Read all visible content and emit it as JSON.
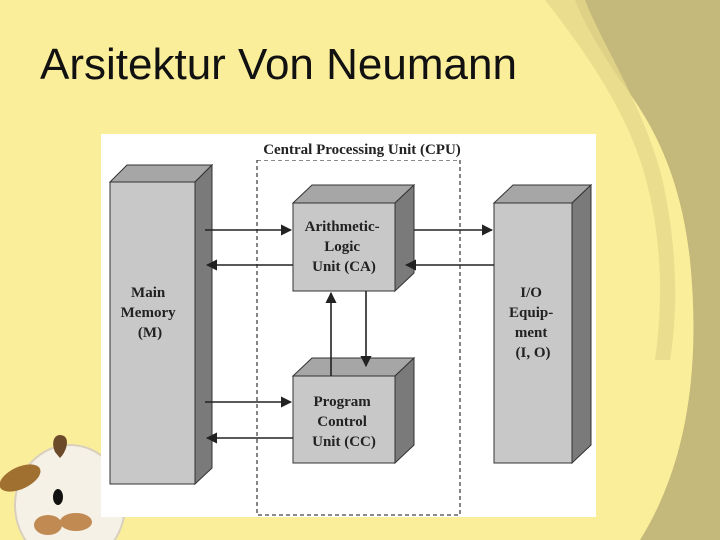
{
  "slide": {
    "title": "Arsitektur Von Neumann"
  },
  "diagram": {
    "cpu_label": "Central Processing Unit (CPU)",
    "main_memory": [
      "Main",
      "Memory",
      "(M)"
    ],
    "alu": [
      "Arithmetic-",
      "Logic",
      "Unit (CA)"
    ],
    "program_control": [
      "Program",
      "Control",
      "Unit (CC)"
    ],
    "io_equipment": [
      "I/O",
      "Equip-",
      "ment",
      "(I, O)"
    ]
  },
  "colors": {
    "background": "#fbee9a",
    "decor": "#c4b87a",
    "box_face": "#c8c8c8",
    "box_side": "#7a7a7a",
    "box_top": "#a6a6a6"
  }
}
